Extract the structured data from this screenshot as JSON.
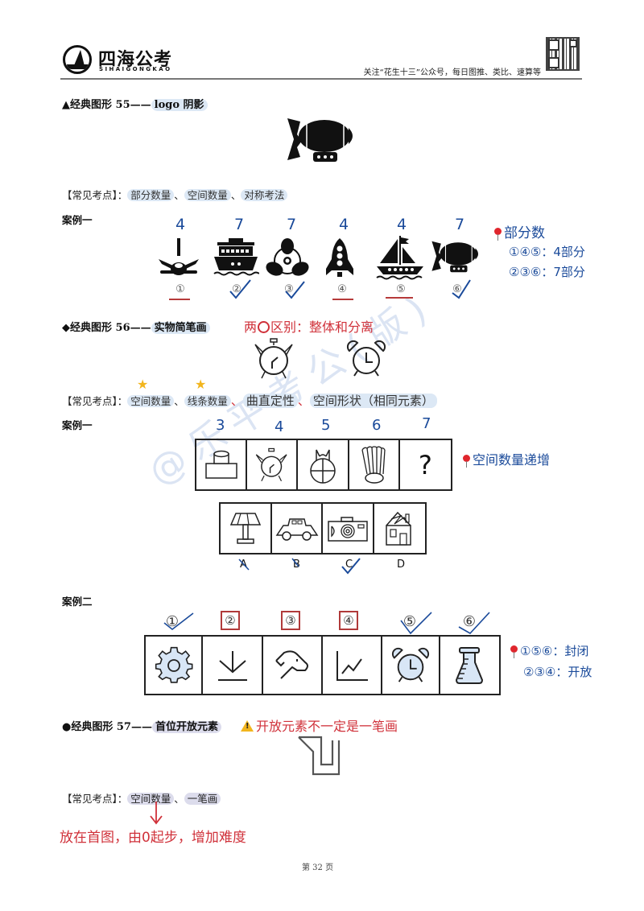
{
  "header": {
    "logo_cn": "四海公考",
    "logo_en": "SIHAIGONGKAO",
    "note": "关注“花生十三”公众号，每日图推、类比、速算等"
  },
  "watermark": "@乐平考公(版)",
  "section55": {
    "marker": "▲",
    "title_prefix": "经典图形 55——",
    "title_highlight": "logo 阴影",
    "keypoints_label": "【常见考点】：",
    "keypoints": [
      "部分数量",
      "空间数量",
      "对称考法"
    ],
    "case1": {
      "label": "案例一",
      "items": [
        {
          "index": "①",
          "icon": "airplane-icon",
          "count": "4",
          "mark": "underline"
        },
        {
          "index": "②",
          "icon": "ship-icon",
          "count": "7",
          "mark": "check"
        },
        {
          "index": "③",
          "icon": "propeller-icon",
          "count": "7",
          "mark": "check"
        },
        {
          "index": "④",
          "icon": "rocket-icon",
          "count": "4",
          "mark": "underline"
        },
        {
          "index": "⑤",
          "icon": "sailboat-icon",
          "count": "4",
          "mark": "underline"
        },
        {
          "index": "⑥",
          "icon": "airship-icon",
          "count": "7",
          "mark": "check"
        }
      ],
      "note_title": "部分数",
      "note_line1": "①④⑤：4部分",
      "note_line2": "②③⑥：7部分"
    }
  },
  "section56": {
    "marker": "◆",
    "title_prefix": "经典图形 56——",
    "title_highlight": "实物简笔画",
    "annotation_prefix": "两",
    "annotation_suffix": "区别：整体和分离",
    "keypoints_label": "【常见考点】：",
    "keypoints": [
      "空间数量",
      "线条数量"
    ],
    "keypoints_handwritten": [
      "曲直定性",
      "空间形状（相同元素）"
    ],
    "case1": {
      "label": "案例一",
      "counts": [
        "3",
        "4",
        "5",
        "6",
        "7"
      ],
      "question_mark": "?",
      "note": "空间数量递增",
      "options": [
        {
          "letter": "A",
          "icon": "lamp-icon",
          "mark": "cross"
        },
        {
          "letter": "B",
          "icon": "car-icon",
          "mark": "cross"
        },
        {
          "letter": "C",
          "icon": "camera-icon",
          "mark": "check"
        },
        {
          "letter": "D",
          "icon": "house-icon",
          "mark": "none"
        }
      ]
    },
    "case2": {
      "label": "案例二",
      "items": [
        {
          "index": "①",
          "icon": "gear-icon",
          "mark": "check"
        },
        {
          "index": "②",
          "icon": "download-icon",
          "mark": "box"
        },
        {
          "index": "③",
          "icon": "dog-icon",
          "mark": "box"
        },
        {
          "index": "④",
          "icon": "line-chart-icon",
          "mark": "box"
        },
        {
          "index": "⑤",
          "icon": "alarm-clock-icon",
          "mark": "check"
        },
        {
          "index": "⑥",
          "icon": "flask-icon",
          "mark": "check"
        }
      ],
      "note_line1": "①⑤⑥：封闭",
      "note_line2": "②③④：开放"
    }
  },
  "section57": {
    "marker": "●",
    "title_prefix": "经典图形 57——",
    "title_highlight": "首位开放元素",
    "warning_note": "开放元素不一定是一笔画",
    "keypoints_label": "【常见考点】：",
    "keypoints": [
      "空间数量",
      "一笔画"
    ],
    "arrow_note": "放在首图，由0起步，增加难度"
  },
  "footer": {
    "page": "第 32 页"
  }
}
